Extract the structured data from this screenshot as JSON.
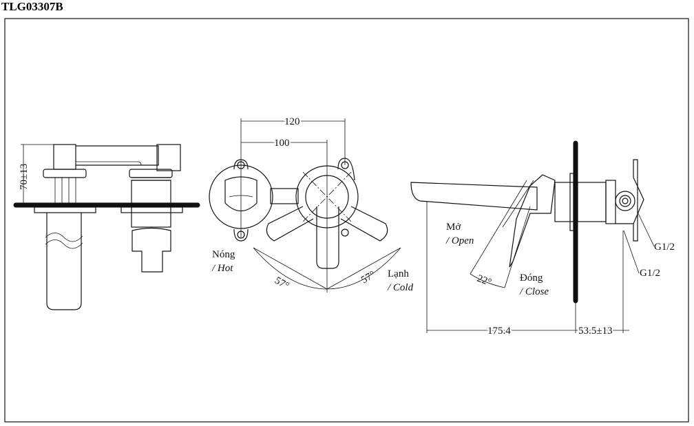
{
  "title": "TLG03307B",
  "side_view": {
    "height_dim": "70±13"
  },
  "front_view": {
    "dim_outer": "120",
    "dim_inner": "100",
    "angle_left": "57°",
    "angle_right": "57°",
    "hot_vi": "Nóng",
    "hot_en": "/ Hot",
    "cold_vi": "Lạnh",
    "cold_en": "/ Cold"
  },
  "profile_view": {
    "open_vi": "Mở",
    "open_en": "/ Open",
    "close_vi": "Đóng",
    "close_en": "/ Close",
    "angle": "22°",
    "spout_dim": "175.4",
    "wall_dim": "53.5±13",
    "thread_1": "G1/2",
    "thread_2": "G1/2"
  }
}
